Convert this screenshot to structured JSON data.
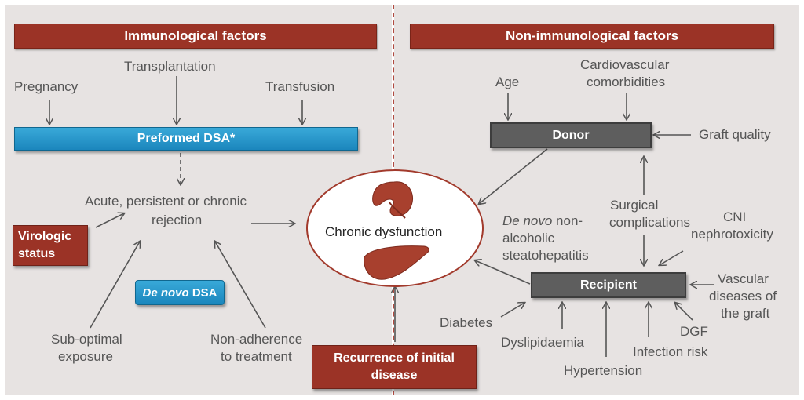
{
  "headers": {
    "left": "Immunological factors",
    "right": "Non-immunological factors"
  },
  "boxes": {
    "preformed": "Preformed DSA*",
    "donor": "Donor",
    "recipient": "Recipient",
    "virologic": "Virologic status",
    "recurrence": "Recurrence of initial disease",
    "de_novo_italic": "De novo",
    "de_novo_rest": " DSA"
  },
  "center": "Chronic dysfunction",
  "left_labels": {
    "pregnancy": "Pregnancy",
    "transplantation": "Transplantation",
    "transfusion": "Transfusion",
    "rejection_line1": "Acute, persistent or chronic",
    "rejection_line2": "rejection",
    "suboptimal_line1": "Sub-optimal",
    "suboptimal_line2": "exposure",
    "nonadherence_line1": "Non-adherence",
    "nonadherence_line2": "to treatment"
  },
  "right_labels": {
    "age": "Age",
    "cardio_line1": "Cardiovascular",
    "cardio_line2": "comorbidities",
    "graft_quality": "Graft quality",
    "surgical_line1": "Surgical",
    "surgical_line2": "complications",
    "cni_line1": "CNI",
    "cni_line2": "nephrotoxicity",
    "nash_italic": "De novo",
    "nash_line1_rest": " non-",
    "nash_line2": "alcoholic",
    "nash_line3": "steatohepatitis",
    "vascular_line1": "Vascular",
    "vascular_line2": "diseases of",
    "vascular_line3": "the graft",
    "diabetes": "Diabetes",
    "dyslipidaemia": "Dyslipidaemia",
    "hypertension": "Hypertension",
    "infection": "Infection risk",
    "dgf": "DGF"
  },
  "colors": {
    "brown": "#9b3326",
    "grey": "#5e5e5e",
    "blue": "#1b86bd",
    "organ": "#a8402e",
    "panel": "#e7e3e2"
  }
}
